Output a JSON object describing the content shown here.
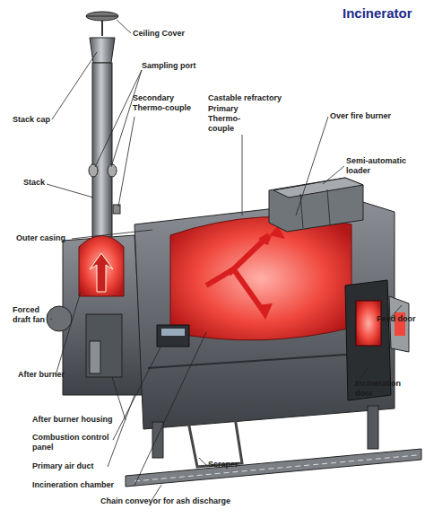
{
  "diagram": {
    "title": "Incinerator",
    "labels": [
      "Ceiling Cover",
      "Sampling port",
      "Stack cap",
      "Secondary Thermo-couple",
      "Castable refractory",
      "Primary Thermo-couple",
      "Over fire burner",
      "Semi-automatic loader",
      "Stack",
      "Outer casing",
      "Feed door",
      "Forced draft fan",
      "After burner",
      "Incineration door",
      "After burner housing",
      "Combustion control panel",
      "Primary air duct",
      "Incineration chamber",
      "Scraper",
      "Chain conveyor for ash discharge"
    ]
  }
}
